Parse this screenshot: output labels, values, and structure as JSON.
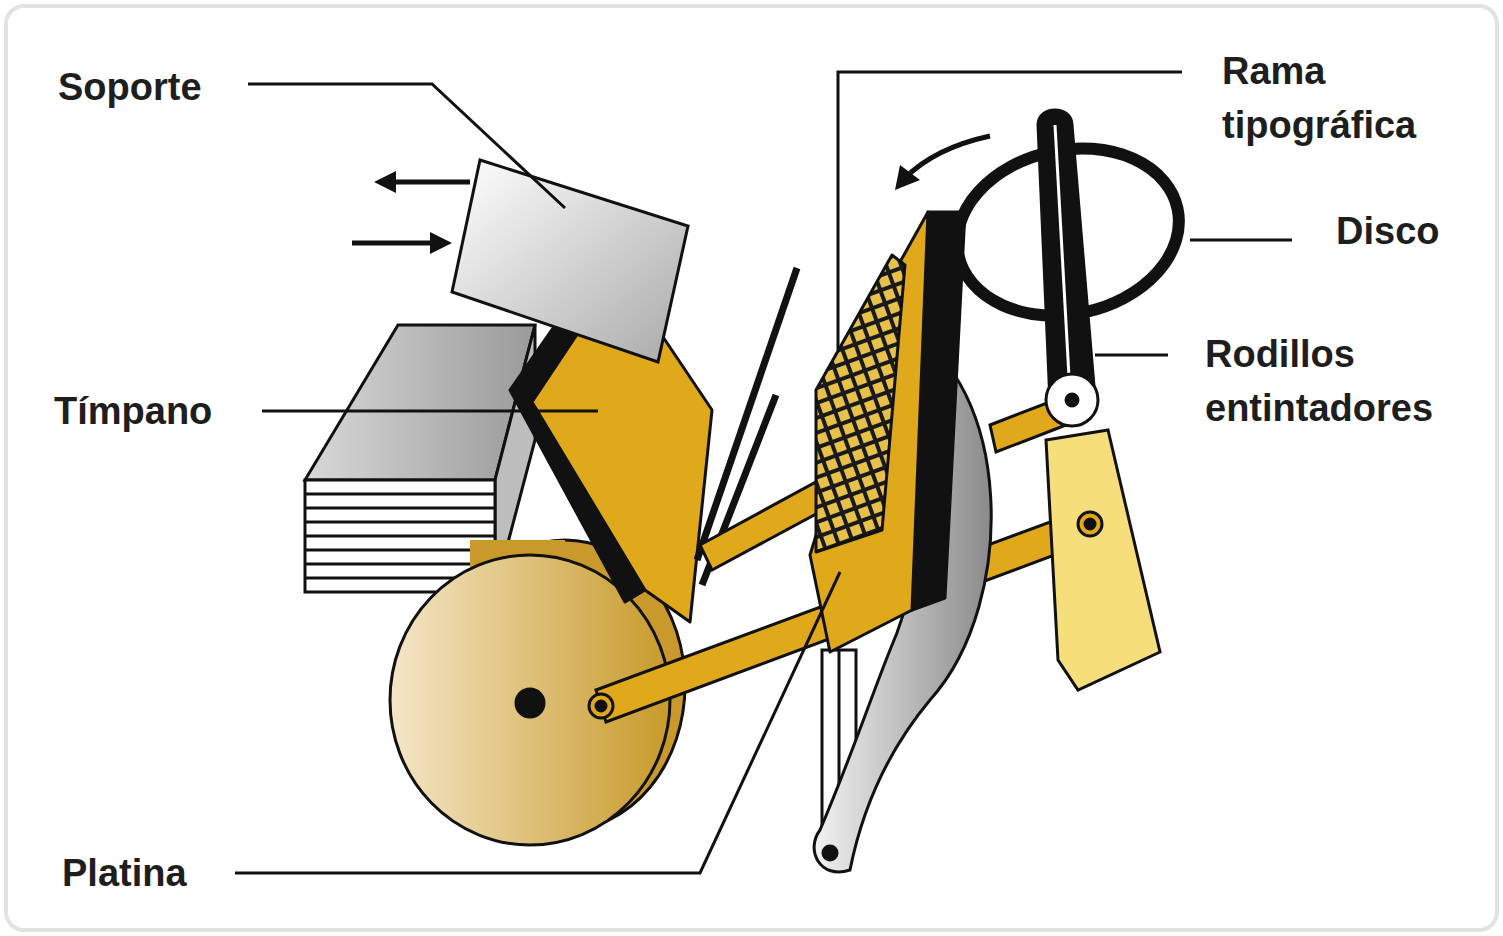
{
  "diagram": {
    "labels": [
      "Soporte",
      "Tímpano",
      "Platina",
      "Rama tipográfica",
      "Disco",
      "Rodillos entintadores"
    ]
  }
}
